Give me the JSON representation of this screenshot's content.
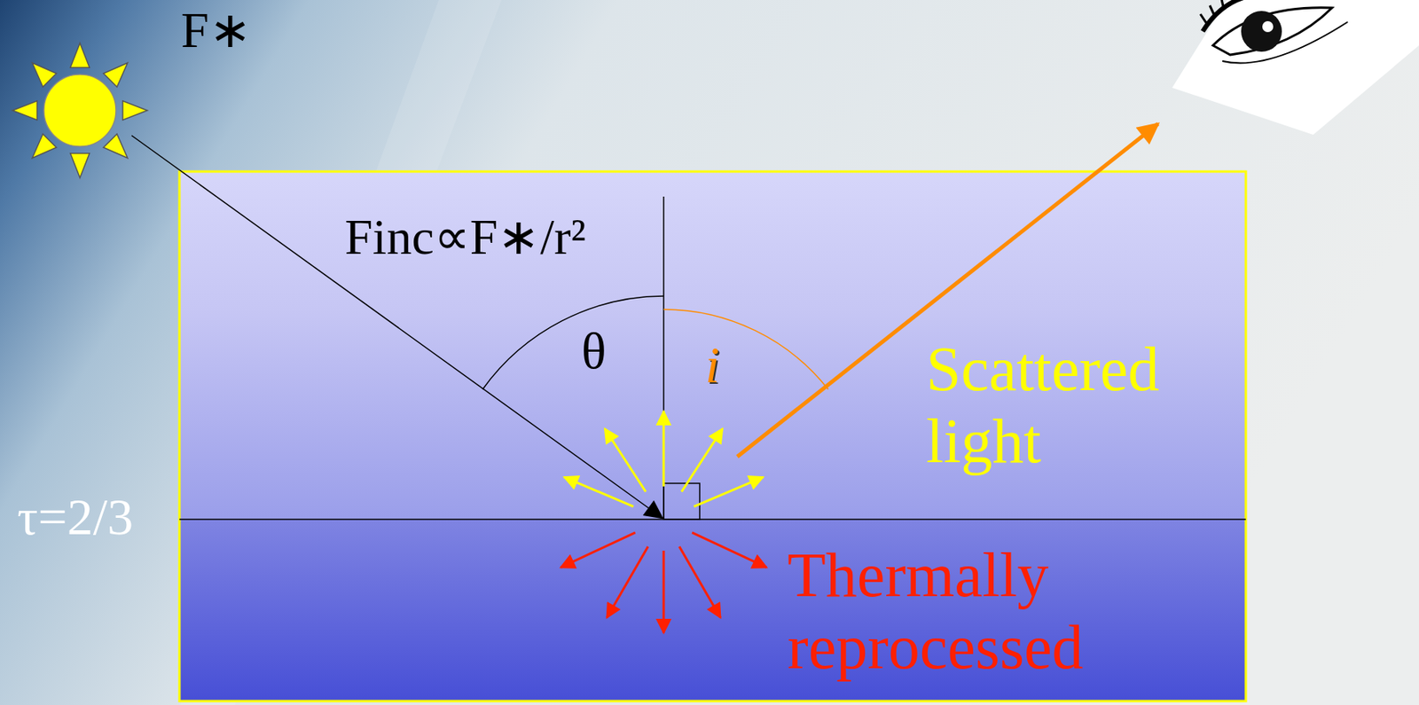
{
  "diagram": {
    "labels": [
      "F∗",
      "Finc∝F∗/r²",
      "θ",
      "i",
      "Scattered light",
      "τ=2/3",
      "Thermally reprocessed"
    ]
  }
}
